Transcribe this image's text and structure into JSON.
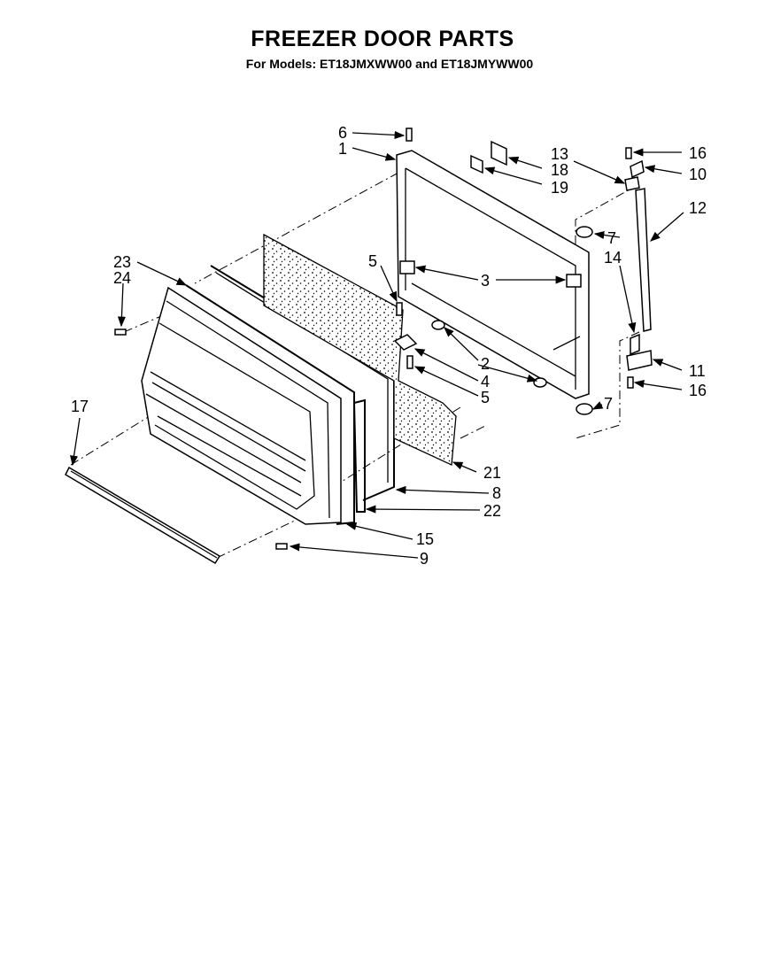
{
  "header": {
    "title": "FREEZER DOOR PARTS",
    "subtitle": "For Models: ET18JMXWW00 and ET18JMYWW00"
  },
  "callouts": {
    "c1": "1",
    "c2": "2",
    "c3": "3",
    "c4": "4",
    "c5a": "5",
    "c5b": "5",
    "c6": "6",
    "c7a": "7",
    "c7b": "7",
    "c8": "8",
    "c9": "9",
    "c10": "10",
    "c11": "11",
    "c12": "12",
    "c13": "13",
    "c14": "14",
    "c15": "15",
    "c16a": "16",
    "c16b": "16",
    "c17": "17",
    "c18": "18",
    "c19": "19",
    "c21": "21",
    "c22": "22",
    "c23": "23",
    "c24": "24"
  }
}
